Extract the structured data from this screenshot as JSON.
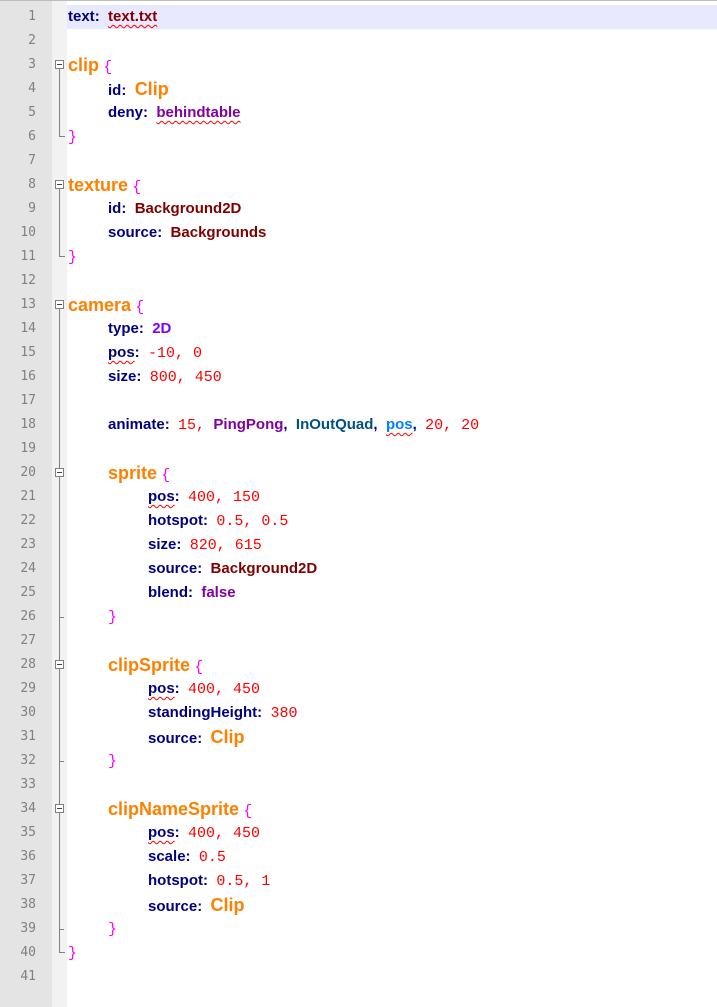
{
  "editor": {
    "lines": [
      {
        "n": "1"
      },
      {
        "n": "2"
      },
      {
        "n": "3"
      },
      {
        "n": "4"
      },
      {
        "n": "5"
      },
      {
        "n": "6"
      },
      {
        "n": "7"
      },
      {
        "n": "8"
      },
      {
        "n": "9"
      },
      {
        "n": "10"
      },
      {
        "n": "11"
      },
      {
        "n": "12"
      },
      {
        "n": "13"
      },
      {
        "n": "14"
      },
      {
        "n": "15"
      },
      {
        "n": "16"
      },
      {
        "n": "17"
      },
      {
        "n": "18"
      },
      {
        "n": "19"
      },
      {
        "n": "20"
      },
      {
        "n": "21"
      },
      {
        "n": "22"
      },
      {
        "n": "23"
      },
      {
        "n": "24"
      },
      {
        "n": "25"
      },
      {
        "n": "26"
      },
      {
        "n": "27"
      },
      {
        "n": "28"
      },
      {
        "n": "29"
      },
      {
        "n": "30"
      },
      {
        "n": "31"
      },
      {
        "n": "32"
      },
      {
        "n": "33"
      },
      {
        "n": "34"
      },
      {
        "n": "35"
      },
      {
        "n": "36"
      },
      {
        "n": "37"
      },
      {
        "n": "38"
      },
      {
        "n": "39"
      },
      {
        "n": "40"
      },
      {
        "n": "41"
      }
    ],
    "code": {
      "l1": {
        "key": "text",
        "colon": ":",
        "value": "text.txt"
      },
      "l3": {
        "block": "clip",
        "brace": "{"
      },
      "l4": {
        "key": "id",
        "colon": ":",
        "value": "Clip"
      },
      "l5": {
        "key": "deny",
        "colon": ":",
        "value": "behindtable"
      },
      "l6": {
        "brace": "}"
      },
      "l8": {
        "block": "texture",
        "brace": "{"
      },
      "l9": {
        "key": "id",
        "colon": ":",
        "value": "Background2D"
      },
      "l10": {
        "key": "source",
        "colon": ":",
        "value": "Backgrounds"
      },
      "l11": {
        "brace": "}"
      },
      "l13": {
        "block": "camera",
        "brace": "{"
      },
      "l14": {
        "key": "type",
        "colon": ":",
        "value": "2D"
      },
      "l15": {
        "key": "pos",
        "colon": ":",
        "value": "-10, 0"
      },
      "l16": {
        "key": "size",
        "colon": ":",
        "value": "800, 450"
      },
      "l18": {
        "key": "animate",
        "colon": ":",
        "v1": "15,",
        "v2": "PingPong",
        "c2": ",",
        "v3": "InOutQuad",
        "c3": ",",
        "v4": "pos",
        "c4": ",",
        "v5": "20, 20"
      },
      "l20": {
        "block": "sprite",
        "brace": "{"
      },
      "l21": {
        "key": "pos",
        "colon": ":",
        "value": "400, 150"
      },
      "l22": {
        "key": "hotspot",
        "colon": ":",
        "value": "0.5, 0.5"
      },
      "l23": {
        "key": "size",
        "colon": ":",
        "value": "820, 615"
      },
      "l24": {
        "key": "source",
        "colon": ":",
        "value": "Background2D"
      },
      "l25": {
        "key": "blend",
        "colon": ":",
        "value": "false"
      },
      "l26": {
        "brace": "}"
      },
      "l28": {
        "block": "clipSprite",
        "brace": "{"
      },
      "l29": {
        "key": "pos",
        "colon": ":",
        "value": "400, 450"
      },
      "l30": {
        "key": "standingHeight",
        "colon": ":",
        "value": "380"
      },
      "l31": {
        "key": "source",
        "colon": ":",
        "value": "Clip"
      },
      "l32": {
        "brace": "}"
      },
      "l34": {
        "block": "clipNameSprite",
        "brace": "{"
      },
      "l35": {
        "key": "pos",
        "colon": ":",
        "value": "400, 450"
      },
      "l36": {
        "key": "scale",
        "colon": ":",
        "value": "0.5"
      },
      "l37": {
        "key": "hotspot",
        "colon": ":",
        "value": "0.5, 1"
      },
      "l38": {
        "key": "source",
        "colon": ":",
        "value": "Clip"
      },
      "l39": {
        "brace": "}"
      },
      "l40": {
        "brace": "}"
      }
    }
  },
  "colors": {
    "keyword": "#000080",
    "block": "#ff8000",
    "brace": "#ff00ff",
    "string": "#800000",
    "number": "#ff0000",
    "gutter": "#e4e4e4",
    "current_line": "#e8e8ff"
  },
  "icons": {
    "fold_open": "fold-minus-icon",
    "fold_end": "fold-end-icon"
  }
}
